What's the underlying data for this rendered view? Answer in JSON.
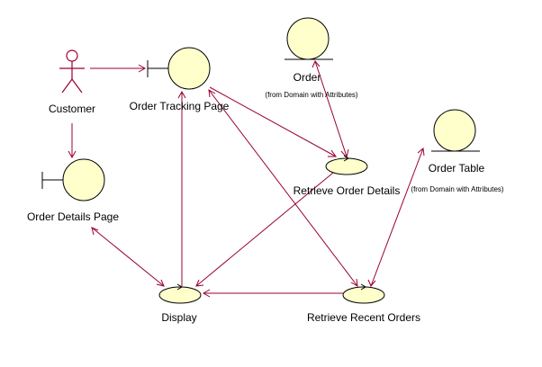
{
  "diagram": {
    "actor": {
      "name": "Customer"
    },
    "boundaries": [
      {
        "id": "order-tracking-page",
        "name": "Order Tracking Page"
      },
      {
        "id": "order-details-page",
        "name": "Order Details Page"
      }
    ],
    "entities": [
      {
        "id": "order",
        "name": "Order",
        "note": "(from Domain with Attributes)"
      },
      {
        "id": "order-table",
        "name": "Order Table",
        "note": "(from Domain with Attributes)"
      }
    ],
    "controls": [
      {
        "id": "retrieve-order-details",
        "name": "Retrieve Order Details"
      },
      {
        "id": "display",
        "name": "Display"
      },
      {
        "id": "retrieve-recent-orders",
        "name": "Retrieve Recent Orders"
      }
    ],
    "connections": [
      {
        "from": "Customer",
        "to": "Order Tracking Page",
        "direction": "forward"
      },
      {
        "from": "Customer",
        "to": "Order Details Page",
        "direction": "forward"
      },
      {
        "from": "Order Tracking Page",
        "to": "Retrieve Order Details",
        "direction": "forward"
      },
      {
        "from": "Order",
        "to": "Retrieve Order Details",
        "direction": "both"
      },
      {
        "from": "Retrieve Order Details",
        "to": "Display",
        "direction": "forward"
      },
      {
        "from": "Display",
        "to": "Order Tracking Page",
        "direction": "forward"
      },
      {
        "from": "Order Details Page",
        "to": "Display",
        "direction": "both"
      },
      {
        "from": "Order Tracking Page",
        "to": "Retrieve Recent Orders",
        "direction": "both"
      },
      {
        "from": "Retrieve Recent Orders",
        "to": "Display",
        "direction": "forward"
      },
      {
        "from": "Order Table",
        "to": "Retrieve Recent Orders",
        "direction": "both"
      }
    ],
    "colors": {
      "line": "#990033",
      "fill": "#ffffcc",
      "stroke": "#000000"
    }
  }
}
